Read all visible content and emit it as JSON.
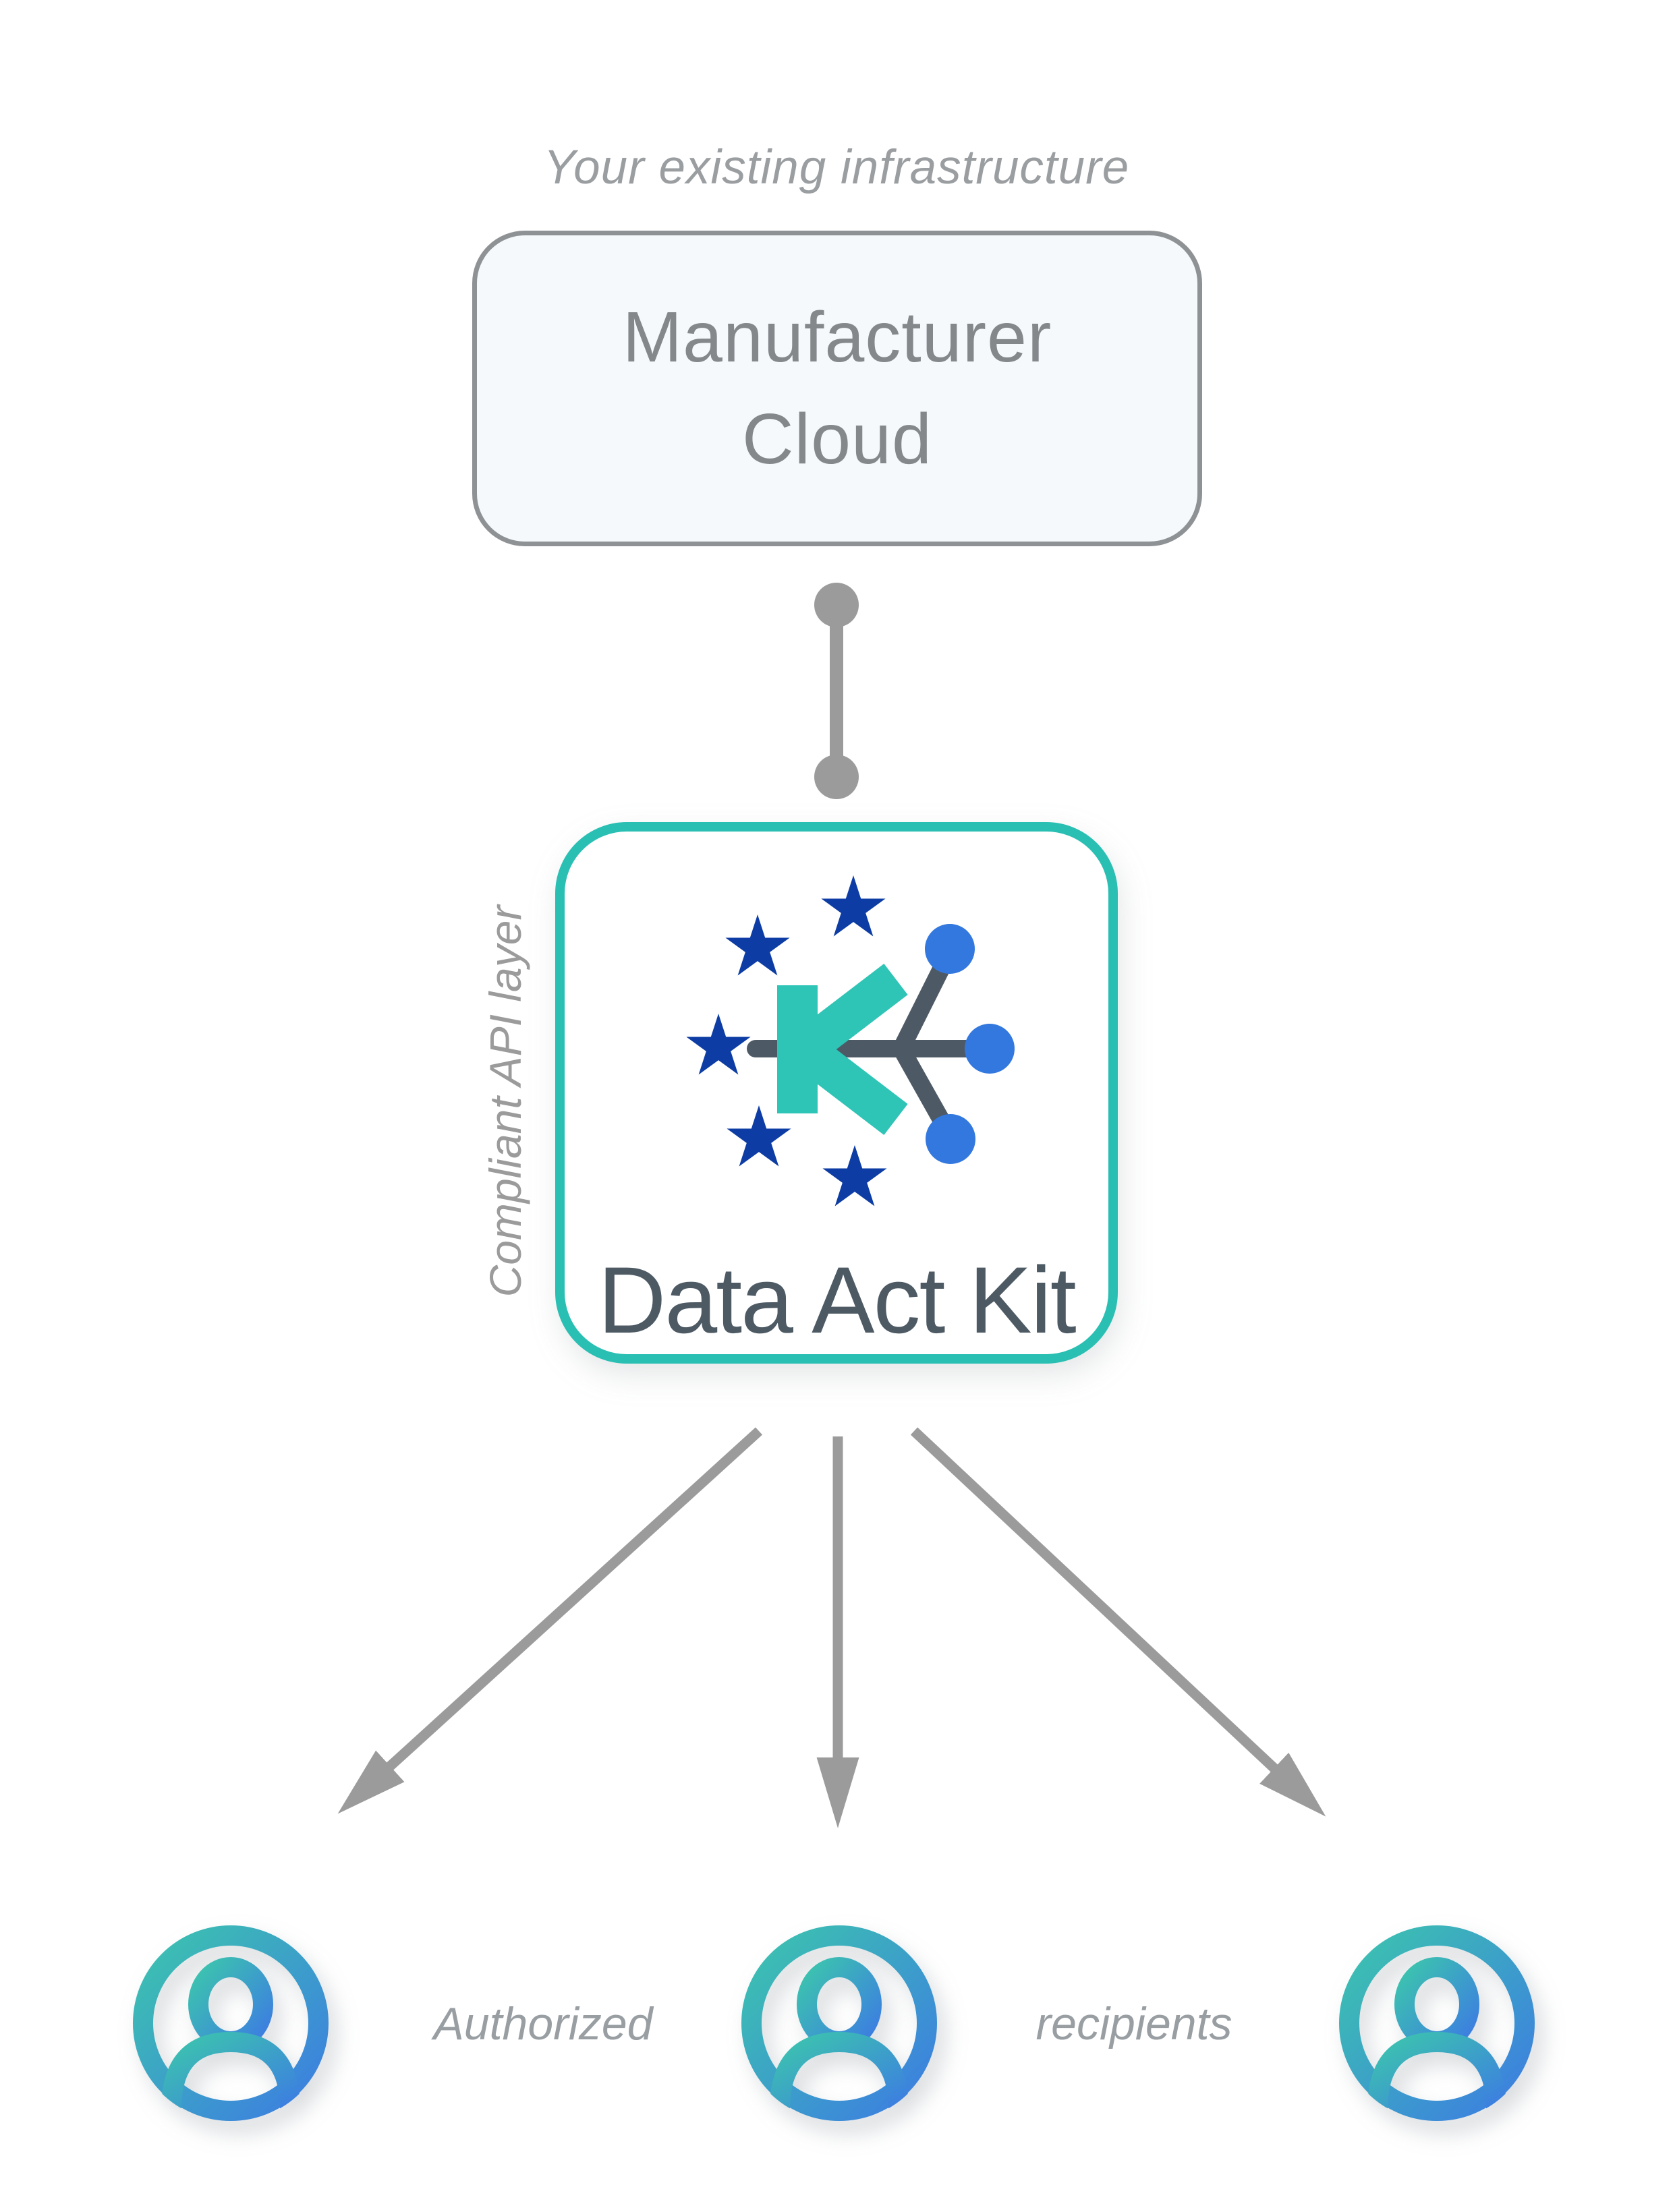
{
  "top": {
    "label": "Your existing infrastructure"
  },
  "manufacturer_box": {
    "line1": "Manufacturer",
    "line2": "Cloud"
  },
  "api_layer": {
    "side_label": "Compliant API layer",
    "product_name": "Data Act Kit",
    "logo_letter": "K",
    "logo_icons": [
      "eu-stars-icon",
      "network-nodes-icon"
    ]
  },
  "recipients": {
    "label_left": "Authorized",
    "label_right": "recipients",
    "icon": "user-circle-icon",
    "icon_count": 3
  },
  "colors": {
    "teal_border": "#2abfb3",
    "logo_teal": "#2ec4b6",
    "star_blue": "#0d3da4",
    "node_blue": "#3378de",
    "network_slate": "#4d5a66",
    "product_text": "#4d5a64",
    "connector_gray": "#9b9b9b",
    "arrow_gray": "#9b9b9b",
    "manufacturer_text": "#85888b",
    "caption_gray": "#989ea2",
    "manufacturer_box_fill": "#f5f9fc",
    "manufacturer_box_border": "#8f9294",
    "user_gradient_start": "#3cc4ae",
    "user_gradient_end": "#3c7ce2"
  }
}
